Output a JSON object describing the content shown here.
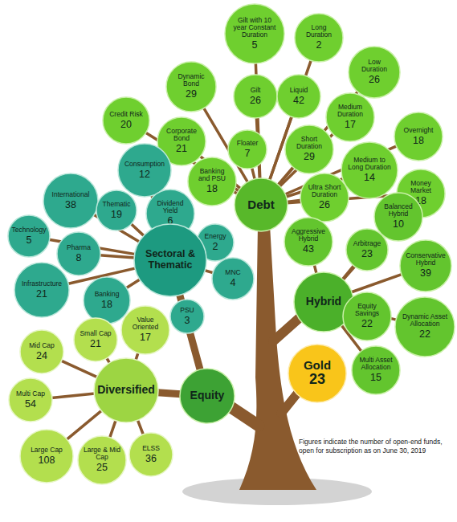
{
  "diagram": {
    "caption": "Figures indicate the number of open-end funds, open for subscription as on June 30, 2019",
    "nodes": [
      {
        "text": [
          "Gilt with 10 year Constant Duration",
          "5"
        ]
      },
      {
        "text": [
          "Long Duration",
          "2"
        ]
      },
      {
        "text": [
          "Low Duration",
          "26"
        ]
      },
      {
        "text": [
          "Dynamic Bond",
          "29"
        ]
      },
      {
        "text": [
          "Gilt",
          "26"
        ]
      },
      {
        "text": [
          "Liquid",
          "42"
        ]
      },
      {
        "text": [
          "Medium Duration",
          "17"
        ]
      },
      {
        "text": [
          "Credit Risk",
          "20"
        ]
      },
      {
        "text": [
          "Overnight",
          "18"
        ]
      },
      {
        "text": [
          "Corporate Bond",
          "21"
        ]
      },
      {
        "text": [
          "Floater",
          "7"
        ]
      },
      {
        "text": [
          "Short Duration",
          "29"
        ]
      },
      {
        "text": [
          "Medium to Long Duration",
          "14"
        ]
      },
      {
        "text": [
          "Money Market",
          "18"
        ]
      },
      {
        "text": [
          "Banking and PSU",
          "18"
        ]
      },
      {
        "text": [
          "Ultra Short Duration",
          "26"
        ]
      },
      {
        "text": [
          "Debt"
        ]
      },
      {
        "text": [
          "Consumption",
          "12"
        ]
      },
      {
        "text": [
          "International",
          "38"
        ]
      },
      {
        "text": [
          "Thematic",
          "19"
        ]
      },
      {
        "text": [
          "Dividend Yield",
          "6"
        ]
      },
      {
        "text": [
          "Energy",
          "2"
        ]
      },
      {
        "text": [
          "Technology",
          "5"
        ]
      },
      {
        "text": [
          "Pharma",
          "8"
        ]
      },
      {
        "text": [
          "Sectoral & Thematic"
        ]
      },
      {
        "text": [
          "MNC",
          "4"
        ]
      },
      {
        "text": [
          "Infrastructure",
          "21"
        ]
      },
      {
        "text": [
          "Banking",
          "18"
        ]
      },
      {
        "text": [
          "PSU",
          "3"
        ]
      },
      {
        "text": [
          "Aggressive Hybrid",
          "43"
        ]
      },
      {
        "text": [
          "Balanced Hybrid",
          "10"
        ]
      },
      {
        "text": [
          "Arbitrage",
          "23"
        ]
      },
      {
        "text": [
          "Conservative Hybrid",
          "39"
        ]
      },
      {
        "text": [
          "Hybrid"
        ]
      },
      {
        "text": [
          "Equity Savings",
          "22"
        ]
      },
      {
        "text": [
          "Dynamic Asset Allocation",
          "22"
        ]
      },
      {
        "text": [
          "Multi Asset Allocation",
          "15"
        ]
      },
      {
        "text": [
          "Value Oriented",
          "17"
        ]
      },
      {
        "text": [
          "Small Cap",
          "21"
        ]
      },
      {
        "text": [
          "Mid Cap",
          "24"
        ]
      },
      {
        "text": [
          "Gold",
          "23"
        ]
      },
      {
        "text": [
          "Diversified"
        ]
      },
      {
        "text": [
          "Multi Cap",
          "54"
        ]
      },
      {
        "text": [
          "Equity"
        ]
      },
      {
        "text": [
          "Large Cap",
          "108"
        ]
      },
      {
        "text": [
          "Large & Mid Cap",
          "25"
        ]
      },
      {
        "text": [
          "ELSS",
          "36"
        ]
      }
    ],
    "edges": [
      {
        "from": 16,
        "to": 0,
        "arrow": "none"
      },
      {
        "from": 16,
        "to": 1,
        "arrow": "none"
      },
      {
        "from": 16,
        "to": 2,
        "arrow": "none"
      },
      {
        "from": 16,
        "to": 3,
        "arrow": "none"
      },
      {
        "from": 16,
        "to": 4,
        "arrow": "none"
      },
      {
        "from": 16,
        "to": 5,
        "arrow": "none"
      },
      {
        "from": 16,
        "to": 6,
        "arrow": "none"
      },
      {
        "from": 16,
        "to": 7,
        "arrow": "none"
      },
      {
        "from": 16,
        "to": 8,
        "arrow": "none"
      },
      {
        "from": 16,
        "to": 9,
        "arrow": "none"
      },
      {
        "from": 16,
        "to": 10,
        "arrow": "none"
      },
      {
        "from": 16,
        "to": 11,
        "arrow": "none"
      },
      {
        "from": 16,
        "to": 12,
        "arrow": "none"
      },
      {
        "from": 16,
        "to": 13,
        "arrow": "none"
      },
      {
        "from": 16,
        "to": 14,
        "arrow": "none"
      },
      {
        "from": 16,
        "to": 15,
        "arrow": "none"
      },
      {
        "from": 24,
        "to": 17,
        "arrow": "none"
      },
      {
        "from": 24,
        "to": 18,
        "arrow": "none"
      },
      {
        "from": 24,
        "to": 19,
        "arrow": "none"
      },
      {
        "from": 24,
        "to": 20,
        "arrow": "none"
      },
      {
        "from": 24,
        "to": 21,
        "arrow": "none"
      },
      {
        "from": 24,
        "to": 22,
        "arrow": "none"
      },
      {
        "from": 24,
        "to": 23,
        "arrow": "none"
      },
      {
        "from": 24,
        "to": 25,
        "arrow": "none"
      },
      {
        "from": 24,
        "to": 26,
        "arrow": "none"
      },
      {
        "from": 24,
        "to": 27,
        "arrow": "none"
      },
      {
        "from": 24,
        "to": 28,
        "arrow": "none"
      },
      {
        "from": 33,
        "to": 29,
        "arrow": "none"
      },
      {
        "from": 33,
        "to": 30,
        "arrow": "none"
      },
      {
        "from": 33,
        "to": 31,
        "arrow": "none"
      },
      {
        "from": 33,
        "to": 32,
        "arrow": "none"
      },
      {
        "from": 33,
        "to": 34,
        "arrow": "none"
      },
      {
        "from": 33,
        "to": 35,
        "arrow": "none"
      },
      {
        "from": 33,
        "to": 36,
        "arrow": "none"
      },
      {
        "from": 41,
        "to": 37,
        "arrow": "none"
      },
      {
        "from": 41,
        "to": 38,
        "arrow": "none"
      },
      {
        "from": 41,
        "to": 39,
        "arrow": "none"
      },
      {
        "from": 41,
        "to": 42,
        "arrow": "none"
      },
      {
        "from": 41,
        "to": 44,
        "arrow": "none"
      },
      {
        "from": 41,
        "to": 45,
        "arrow": "none"
      },
      {
        "from": 41,
        "to": 46,
        "arrow": "none"
      },
      {
        "from": 43,
        "to": 24,
        "arrow": "none"
      },
      {
        "from": 43,
        "to": 41,
        "arrow": "none"
      }
    ]
  }
}
